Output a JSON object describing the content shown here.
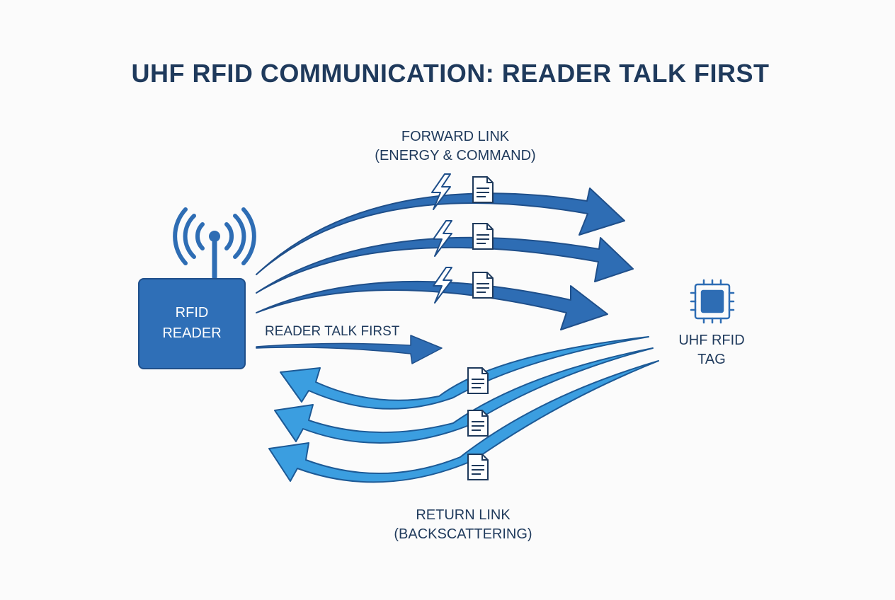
{
  "title": "UHF RFID COMMUNICATION: READER TALK FIRST",
  "reader": {
    "label_line1": "RFID",
    "label_line2": "READER"
  },
  "tag": {
    "label_line1": "UHF RFID",
    "label_line2": "TAG"
  },
  "forward_link": {
    "label_line1": "FORWARD LINK",
    "label_line2": "(ENERGY & COMMAND)"
  },
  "reader_talk_first": {
    "label": "READER TALK FIRST"
  },
  "return_link": {
    "label_line1": "RETURN LINK",
    "label_line2": "(BACKSCATTERING)"
  },
  "colors": {
    "forward_arrow": "#2e6db4",
    "forward_outline": "#1f4f8a",
    "return_arrow": "#3b9ee0",
    "return_outline": "#1d5a96",
    "reader_box": "#2f6fb7",
    "text": "#1f3a5c"
  },
  "icons": {
    "antenna": "antenna-signal-icon",
    "energy": "lightning-bolt-icon",
    "command": "document-icon",
    "tag": "microchip-icon"
  }
}
